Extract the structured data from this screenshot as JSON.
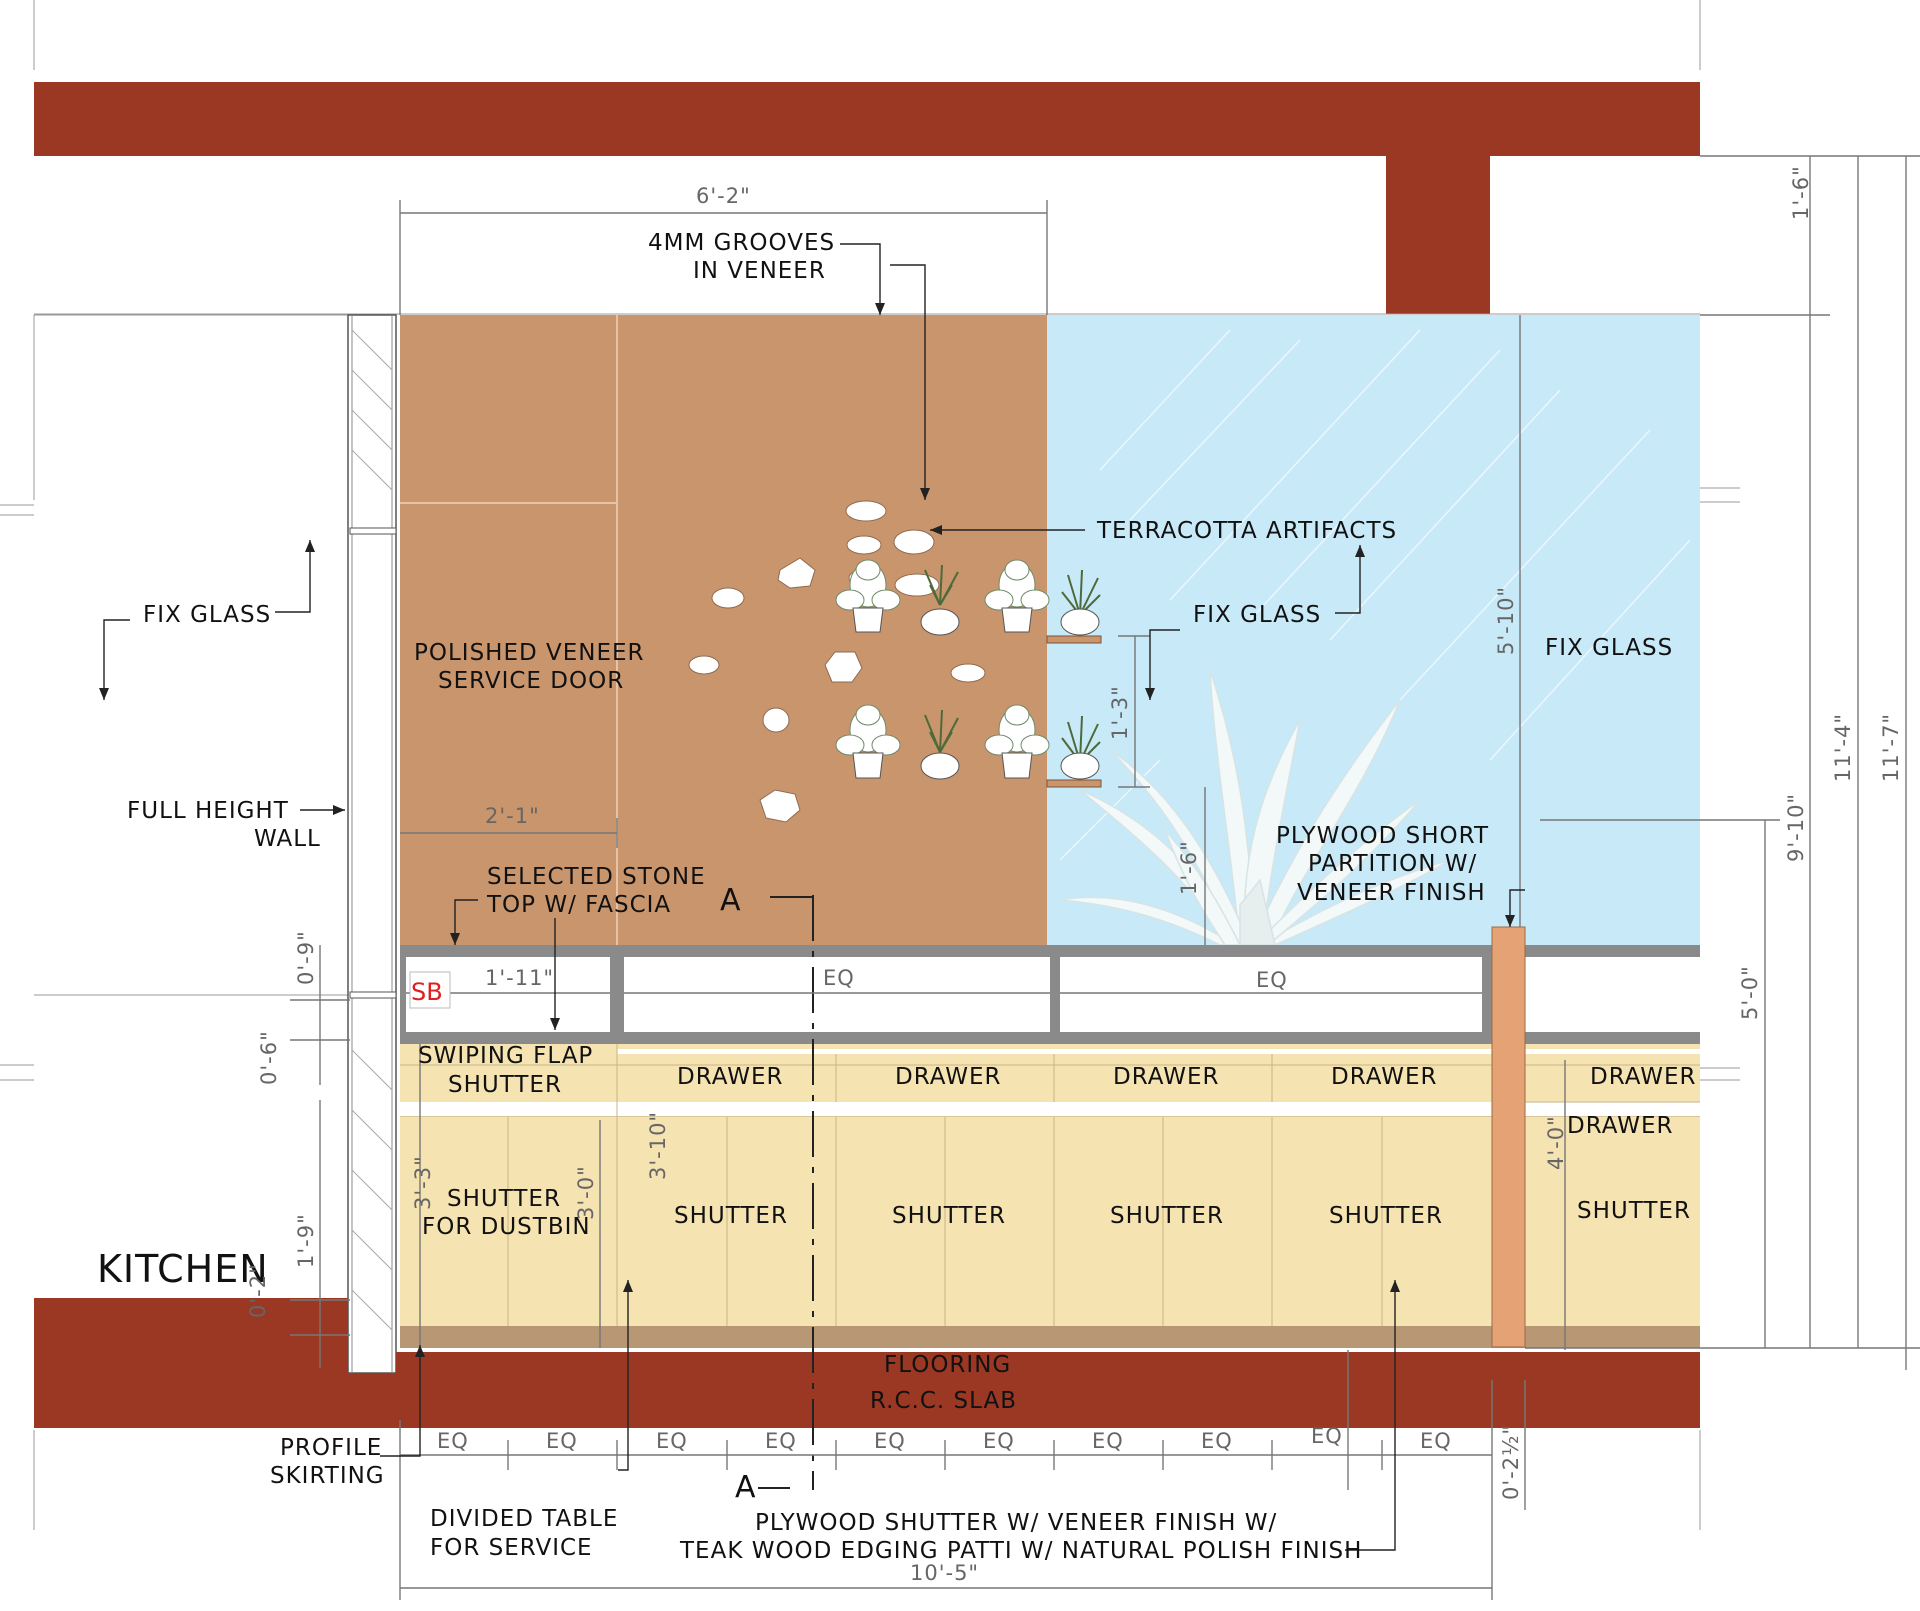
{
  "room_label": "KITCHEN",
  "section_marker": "A",
  "section_marker_bottom": "A",
  "colors": {
    "rcc": "#9b3824",
    "veneer": "#c9956d",
    "glass": "#c8e9f7",
    "cabinet": "#f5e3b1",
    "partition": "#e5a274",
    "stone": "#8a8a8a",
    "base": "#b89774",
    "sb_text": "#e02020"
  },
  "labels": {
    "grooves_1": "4MM GROOVES",
    "grooves_2": "IN VENEER",
    "terracotta": "TERRACOTTA ARTIFACTS",
    "fix_glass_left": "FIX GLASS",
    "fix_glass_mid": "FIX GLASS",
    "fix_glass_right": "FIX GLASS",
    "veneer_door_1": "POLISHED VENEER",
    "veneer_door_2": "SERVICE DOOR",
    "full_height_1": "FULL HEIGHT",
    "full_height_2": "WALL",
    "stone_top_1": "SELECTED STONE",
    "stone_top_2": "TOP W/ FASCIA",
    "plywood_partition_1": "PLYWOOD SHORT",
    "plywood_partition_2": "PARTITION W/",
    "plywood_partition_3": "VENEER FINISH",
    "sb": "SB",
    "swiping_1": "SWIPING FLAP",
    "swiping_2": "SHUTTER",
    "drawer": "DRAWER",
    "shutter": "SHUTTER",
    "dustbin_1": "SHUTTER",
    "dustbin_2": "FOR DUSTBIN",
    "flooring": "FLOORING",
    "rcc_slab": "R.C.C. SLAB",
    "profile_1": "PROFILE",
    "profile_2": "SKIRTING",
    "divided_1": "DIVIDED TABLE",
    "divided_2": "FOR SERVICE",
    "plywood_shutter_1": "PLYWOOD SHUTTER W/ VENEER FINISH W/",
    "plywood_shutter_2": "TEAK WOOD EDGING PATTI W/ NATURAL POLISH FINISH"
  },
  "dimensions": {
    "top_width": "6'-2\"",
    "door_width": "2'-1\"",
    "counter_seg": "1'-11\"",
    "eq": "EQ",
    "beam_depth": "1'-6\"",
    "glass_height": "5'-10\"",
    "shelf_gap": "1'-3\"",
    "plant_height": "1'-6\"",
    "left_0_9": "0'-9\"",
    "left_0_6": "0'-6\"",
    "left_1_9": "1'-9\"",
    "left_0_2": "0'-2\"",
    "cab_3_3": "3'-3\"",
    "cab_3_0": "3'-0\"",
    "cab_3_10": "3'-10\"",
    "cab_4_0": "4'-0\"",
    "right_5_0": "5'-0\"",
    "right_9_10": "9'-10\"",
    "right_11_4": "11'-4\"",
    "right_11_7": "11'-7\"",
    "bottom_total": "10'-5\"",
    "bottom_0_2_half": "0'-2½\""
  }
}
